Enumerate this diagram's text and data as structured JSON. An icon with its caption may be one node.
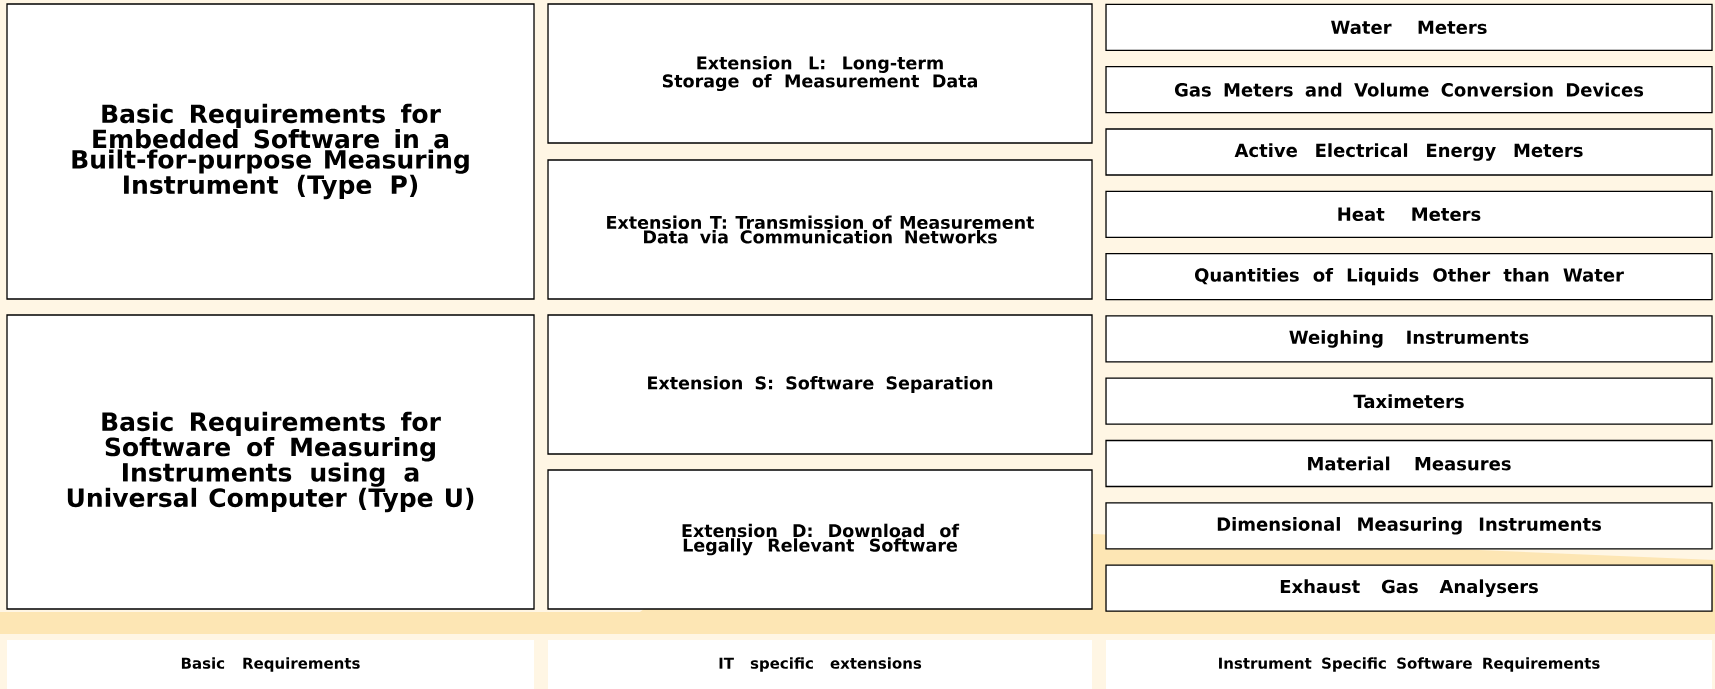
{
  "diagram": {
    "nodes": [
      {
        "text": [
          "Basic Requirements for Embedded Software in a Built-for-purpose Measuring Instrument (Type P)"
        ]
      },
      {
        "text": [
          "Basic Requirements for Software of Measuring Instruments using a Universal Computer (Type U)"
        ]
      },
      {
        "text": [
          "Extension L: Long-term Storage of Measurement Data"
        ]
      },
      {
        "text": [
          "Extension T: Transmission of Measurement Data via Communication Networks"
        ]
      },
      {
        "text": [
          "Extension S: Software Separation"
        ]
      },
      {
        "text": [
          "Extension D: Download of Legally Relevant Software"
        ]
      },
      {
        "text": [
          "Water Meters"
        ]
      },
      {
        "text": [
          "Gas Meters and Volume Conversion Devices"
        ]
      },
      {
        "text": [
          "Active Electrical Energy Meters"
        ]
      },
      {
        "text": [
          "Heat Meters"
        ]
      },
      {
        "text": [
          "Quantities of Liquids Other than Water"
        ]
      },
      {
        "text": [
          "Weighing Instruments"
        ]
      },
      {
        "text": [
          "Taximeters"
        ]
      },
      {
        "text": [
          "Material Measures"
        ]
      },
      {
        "text": [
          "Dimensional Measuring Instruments"
        ]
      },
      {
        "text": [
          "Exhaust Gas Analysers"
        ]
      },
      {
        "text": [
          "Basic Requirements"
        ]
      },
      {
        "text": [
          "IT specific extensions"
        ]
      },
      {
        "text": [
          "Instrument Specific Software Requirements"
        ]
      }
    ],
    "edges": []
  }
}
